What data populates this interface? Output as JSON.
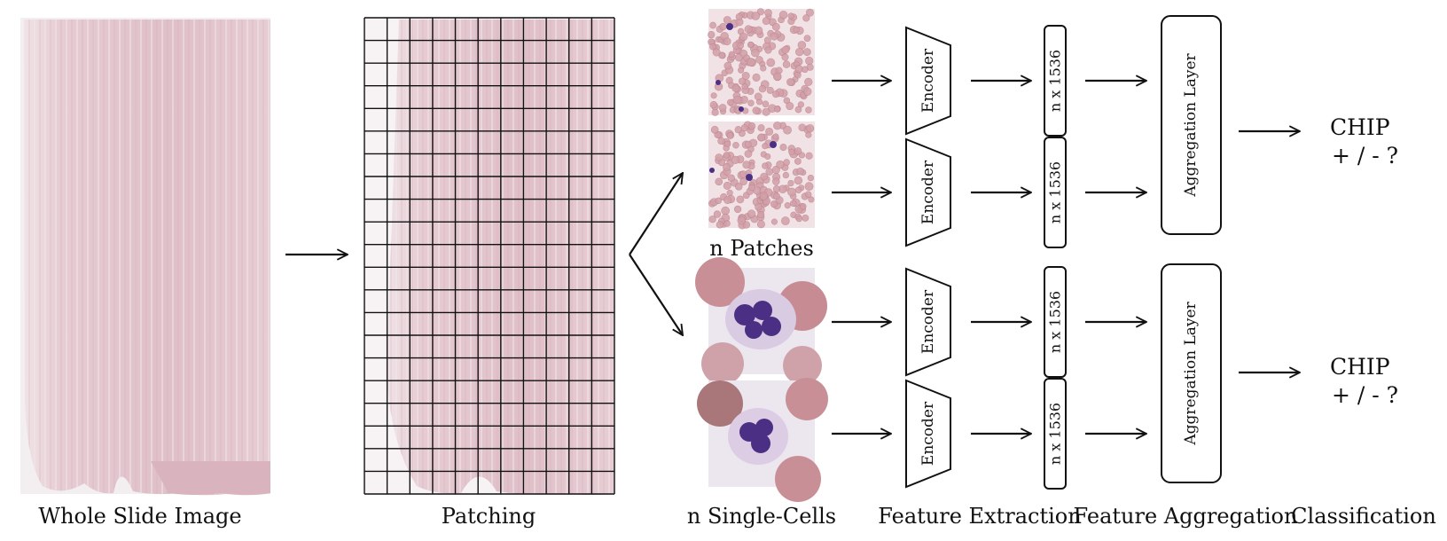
{
  "stages": {
    "whole_slide": "Whole Slide Image",
    "patching": "Patching",
    "single_cells": "n Single-Cells",
    "feature_extraction": "Feature Extraction",
    "feature_aggregation": "Feature Aggregation",
    "classification": "Classification"
  },
  "patches_label": "n Patches",
  "encoder_label": "Encoder",
  "feature_label": "n x 1536",
  "aggregation_label": "Aggregation Layer",
  "output": {
    "title": "CHIP",
    "result": "+ / - ?"
  },
  "colors": {
    "slide_stain": "#e3c3cc",
    "slide_background": "#f3eff0",
    "rbc": "#c98f97",
    "nucleus": "#4a2f85",
    "arrow": "#111111"
  }
}
